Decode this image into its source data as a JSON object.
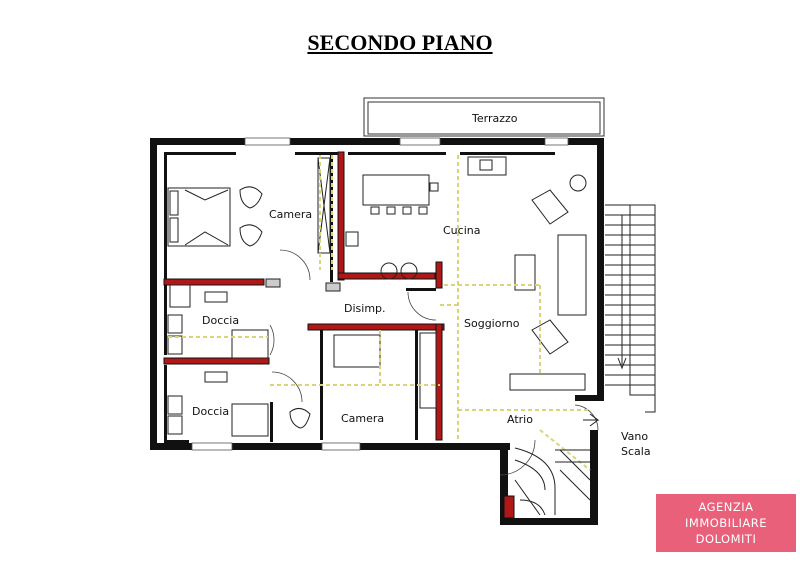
{
  "title": "SECONDO PIANO",
  "rooms": {
    "terrazzo": "Terrazzo",
    "camera_1": "Camera",
    "cucina": "Cucina",
    "disimpegno": "Disimp.",
    "doccia_1": "Doccia",
    "soggiorno": "Soggiorno",
    "doccia_2": "Doccia",
    "camera_2": "Camera",
    "atrio": "Atrio",
    "vano_line1": "Vano",
    "vano_line2": "Scala"
  },
  "logo": {
    "line1": "AGENZIA",
    "line2": "IMMOBILIARE",
    "line3": "DOLOMITI"
  },
  "colors": {
    "wall": "#111111",
    "red_wall": "#b01818",
    "dashed_line": "#d9d37a",
    "logo_bg": "#e8607a"
  }
}
